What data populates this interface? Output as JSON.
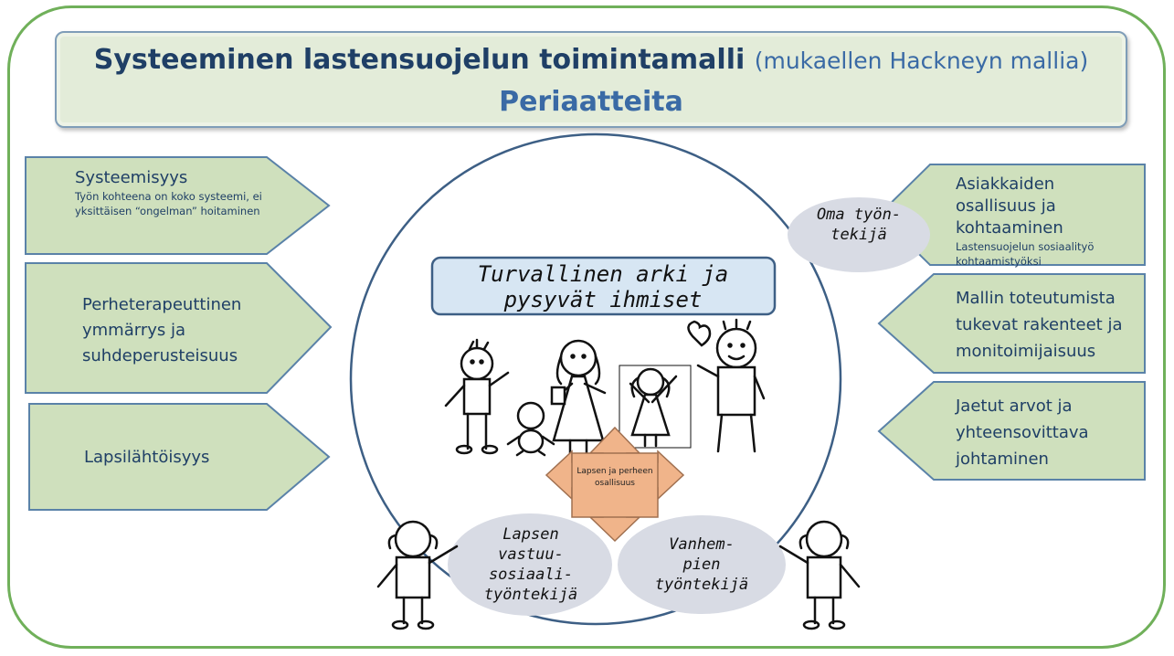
{
  "title": {
    "main": "Systeeminen lastensuojelun toimintamalli",
    "sub": "(mukaellen Hackneyn mallia)",
    "line2": "Periaatteita"
  },
  "left_principles": [
    {
      "title": "Systeemisyys",
      "desc": "Työn kohteena on koko systeemi, ei yksittäisen “ongelman” hoitaminen"
    },
    {
      "title": "Perheterapeuttinen ymmärrys ja suhdeperusteisuus"
    },
    {
      "title": "Lapsilähtöisyys"
    }
  ],
  "right_principles": [
    {
      "title": "Asiakkaiden osallisuus ja kohtaaminen",
      "desc": "Lastensuojelun sosiaalityö kohtaamistyöksi"
    },
    {
      "title": "Mallin toteutumista tukevat rakenteet ja monitoimijaisuus"
    },
    {
      "title": "Jaetut arvot ja yhteensovittava johtaminen"
    }
  ],
  "center": {
    "banner": "Turvallinen arki ja pysyvät ihmiset",
    "arrow_label": "Lapsen ja perheen osallisuus",
    "oma_tyontekija": "Oma työn- tekijä",
    "lapsen_tyontekija": "Lapsen vastuu- sosiaali- työntekijä",
    "vanhempien_tyontekija": "Vanhem- pien työntekijä"
  },
  "colors": {
    "frame_green": "#70b05a",
    "shape_fill": "#cfe0bd",
    "shape_stroke": "#5a82a8",
    "title_text": "#1f3f66",
    "arrow_orange": "#f0b48a",
    "ellipse_fill": "#d8dbe4",
    "banner_fill": "#d7e6f3"
  }
}
